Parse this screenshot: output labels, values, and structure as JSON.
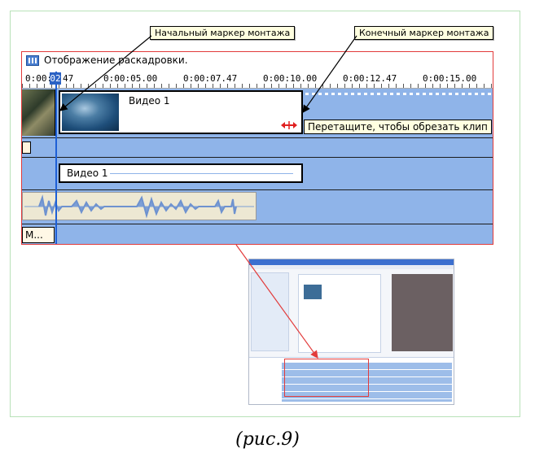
{
  "timeline": {
    "title": "Отображение раскадровки.",
    "ruler_ticks": [
      "0:00:",
      "47",
      "0:00:05.00",
      "0:00:07.47",
      "0:00:10.00",
      "0:00:12.47",
      "0:00:15.00"
    ],
    "playhead_text": "02",
    "video_clip_label": "Видео 1",
    "audio_clip_label": "Видео 1",
    "title_clip_label": "М..."
  },
  "tooltip": {
    "text": "Перетащите, чтобы обрезать клип"
  },
  "callouts": {
    "start": "Начальный маркер монтажа",
    "end": "Конечный маркер монтажа"
  },
  "caption": "(рис.9)",
  "icons": [
    "storyboard-icon",
    "trim-arrow-icon"
  ],
  "colors": {
    "track": "#8fb4e9",
    "highlight": "#e23b3b",
    "playhead": "#1d5fd6"
  }
}
